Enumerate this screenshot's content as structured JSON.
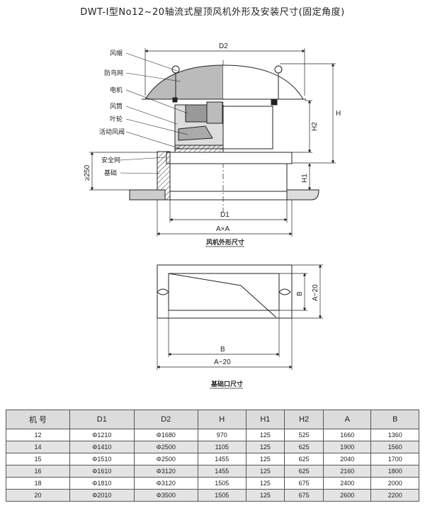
{
  "title": "DWT-Ⅰ型No12~20轴流式屋顶风机外形及安装尺寸(固定角度)",
  "labels": {
    "hood": "风帽",
    "bird_net": "防鸟网",
    "motor": "电机",
    "duct": "风筒",
    "impeller": "叶轮",
    "damper": "活动风阀",
    "safety_net": "安全网",
    "base": "基础"
  },
  "dims": {
    "d2": "D2",
    "h": "H",
    "h2": "H2",
    "h1": "H1",
    "d1": "D1",
    "axa": "A×A",
    "min250": "≥250",
    "b": "B",
    "a20": "A−20",
    "b_side": "B",
    "a20_side": "A−20"
  },
  "captions": {
    "fan_outline": "风机外形尺寸",
    "base_opening": "基础口尺寸"
  },
  "table": {
    "headers": [
      "机 号",
      "D1",
      "D2",
      "H",
      "H1",
      "H2",
      "A",
      "B"
    ],
    "rows": [
      [
        "12",
        "Φ1210",
        "Φ1680",
        "970",
        "125",
        "525",
        "1660",
        "1360"
      ],
      [
        "14",
        "Φ1410",
        "Φ2500",
        "1105",
        "125",
        "625",
        "1900",
        "1560"
      ],
      [
        "15",
        "Φ1510",
        "Φ2500",
        "1455",
        "125",
        "625",
        "2040",
        "1700"
      ],
      [
        "16",
        "Φ1610",
        "Φ3120",
        "1455",
        "125",
        "625",
        "2160",
        "1800"
      ],
      [
        "18",
        "Φ1810",
        "Φ3120",
        "1505",
        "125",
        "675",
        "2400",
        "2000"
      ],
      [
        "20",
        "Φ2010",
        "Φ3500",
        "1505",
        "125",
        "675",
        "2600",
        "2200"
      ]
    ]
  }
}
